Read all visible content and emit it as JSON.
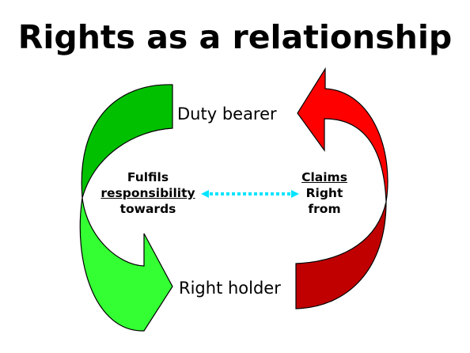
{
  "title": "Rights as a relationship",
  "roles": {
    "top": "Duty bearer",
    "bottom": "Right holder"
  },
  "left_relation": {
    "line1": "Fulfils",
    "line2": "responsibility",
    "line3": "towards"
  },
  "right_relation": {
    "line1": "Claims",
    "line2": "Right",
    "line3": "from"
  },
  "colors": {
    "green_dark": "#00c000",
    "green_light": "#33ff33",
    "red_bright": "#ff0000",
    "red_dark": "#c00000",
    "connector": "#00e5ff"
  }
}
